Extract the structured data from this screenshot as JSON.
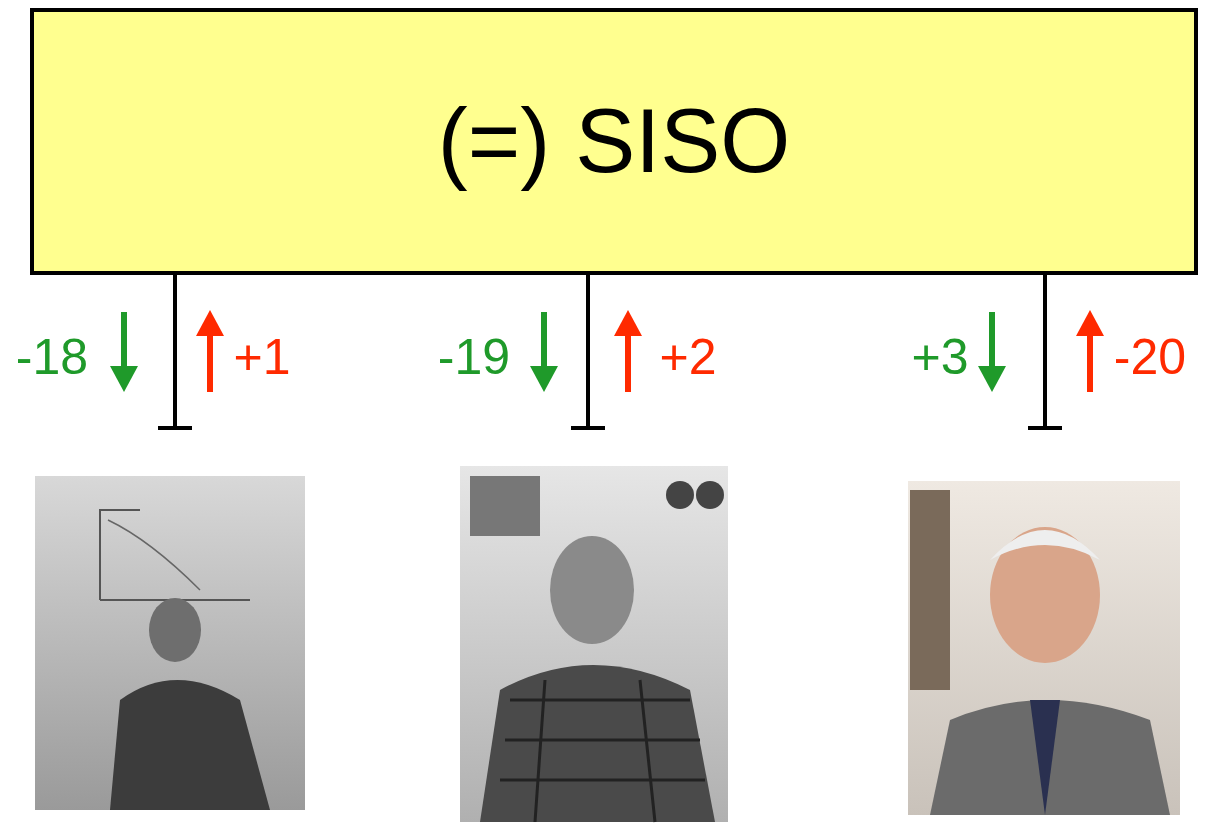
{
  "diagram": {
    "nodes": [
      {
        "text": [
          "(=) SISO"
        ]
      }
    ],
    "labels": [
      "-18",
      "+1",
      "-19",
      "+2",
      "+3",
      "-20"
    ]
  }
}
